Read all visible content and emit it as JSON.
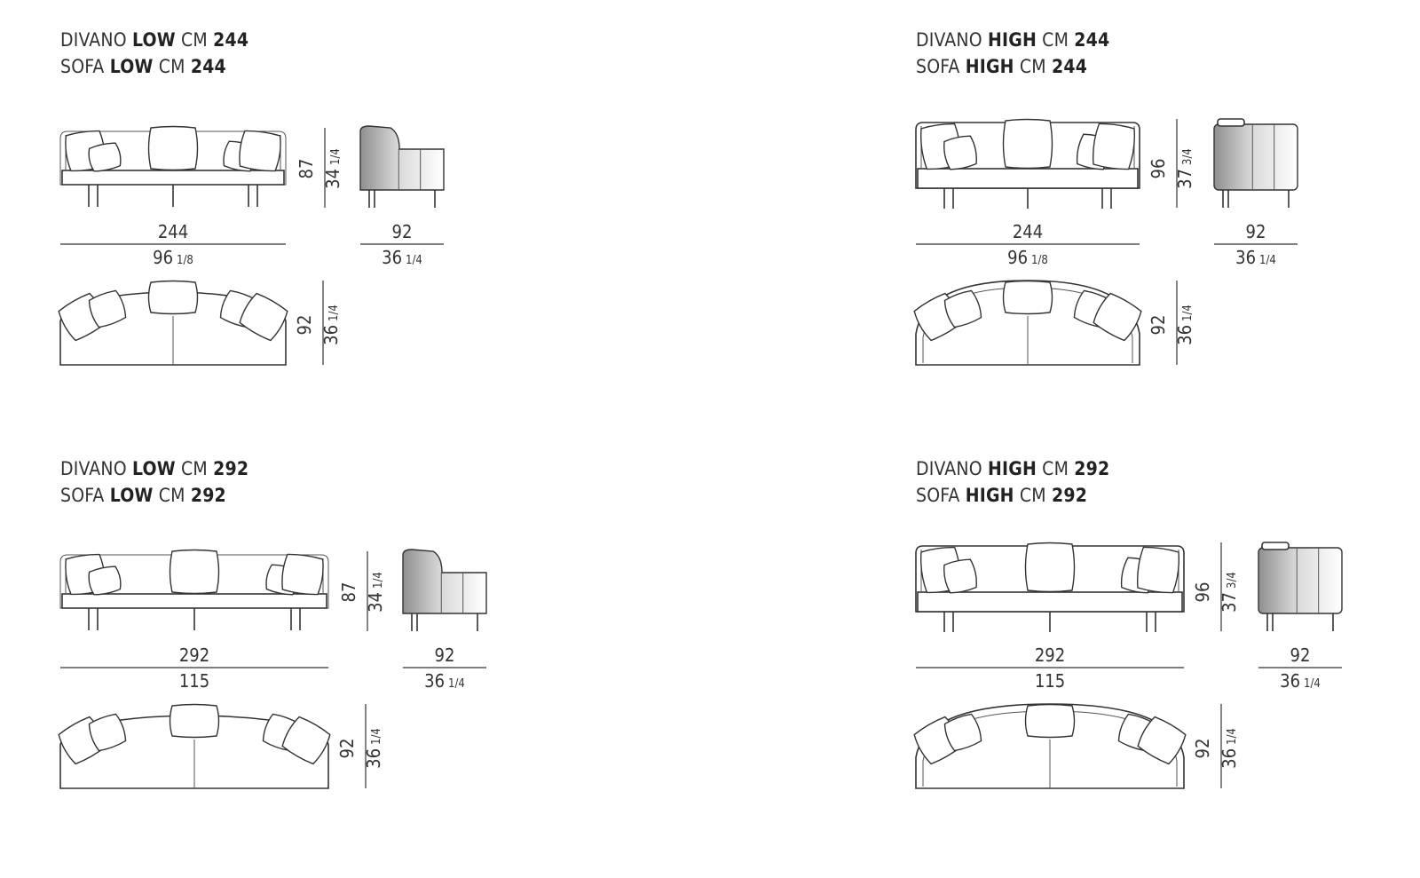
{
  "sections": [
    {
      "id": "low-244",
      "line1": {
        "prefix": "DIVANO ",
        "bold1": "LOW",
        "mid": " CM ",
        "bold2": "244"
      },
      "line2": {
        "prefix": "SOFA ",
        "bold1": "LOW",
        "mid": " CM ",
        "bold2": "244"
      },
      "front": {
        "height_cm": "87",
        "height_in": "34",
        "height_in_frac": "1/4",
        "width_cm": "244",
        "width_in": "96",
        "width_in_frac": "1/8"
      },
      "side": {
        "depth_cm": "92",
        "depth_in": "36",
        "depth_in_frac": "1/4"
      },
      "top": {
        "depth_cm": "92",
        "depth_in": "36",
        "depth_in_frac": "1/4"
      }
    },
    {
      "id": "high-244",
      "line1": {
        "prefix": "DIVANO ",
        "bold1": "HIGH",
        "mid": " CM ",
        "bold2": "244"
      },
      "line2": {
        "prefix": "SOFA ",
        "bold1": "HIGH",
        "mid": " CM ",
        "bold2": "244"
      },
      "front": {
        "height_cm": "96",
        "height_in": "37",
        "height_in_frac": "3/4",
        "width_cm": "244",
        "width_in": "96",
        "width_in_frac": "1/8"
      },
      "side": {
        "depth_cm": "92",
        "depth_in": "36",
        "depth_in_frac": "1/4"
      },
      "top": {
        "depth_cm": "92",
        "depth_in": "36",
        "depth_in_frac": "1/4"
      }
    },
    {
      "id": "low-292",
      "line1": {
        "prefix": "DIVANO ",
        "bold1": "LOW",
        "mid": " CM ",
        "bold2": "292"
      },
      "line2": {
        "prefix": "SOFA ",
        "bold1": "LOW",
        "mid": " CM ",
        "bold2": "292"
      },
      "front": {
        "height_cm": "87",
        "height_in": "34",
        "height_in_frac": "1/4",
        "width_cm": "292",
        "width_in": "115",
        "width_in_frac": ""
      },
      "side": {
        "depth_cm": "92",
        "depth_in": "36",
        "depth_in_frac": "1/4"
      },
      "top": {
        "depth_cm": "92",
        "depth_in": "36",
        "depth_in_frac": "1/4"
      }
    },
    {
      "id": "high-292",
      "line1": {
        "prefix": "DIVANO ",
        "bold1": "HIGH",
        "mid": " CM ",
        "bold2": "292"
      },
      "line2": {
        "prefix": "SOFA ",
        "bold1": "HIGH",
        "mid": " CM ",
        "bold2": "292"
      },
      "front": {
        "height_cm": "96",
        "height_in": "37",
        "height_in_frac": "3/4",
        "width_cm": "292",
        "width_in": "115",
        "width_in_frac": ""
      },
      "side": {
        "depth_cm": "92",
        "depth_in": "36",
        "depth_in_frac": "1/4"
      },
      "top": {
        "depth_cm": "92",
        "depth_in": "36",
        "depth_in_frac": "1/4"
      }
    }
  ],
  "colors": {
    "line": "#333333",
    "shade_dark": "#9a9a9a",
    "shade_light": "#f2f2f2"
  }
}
